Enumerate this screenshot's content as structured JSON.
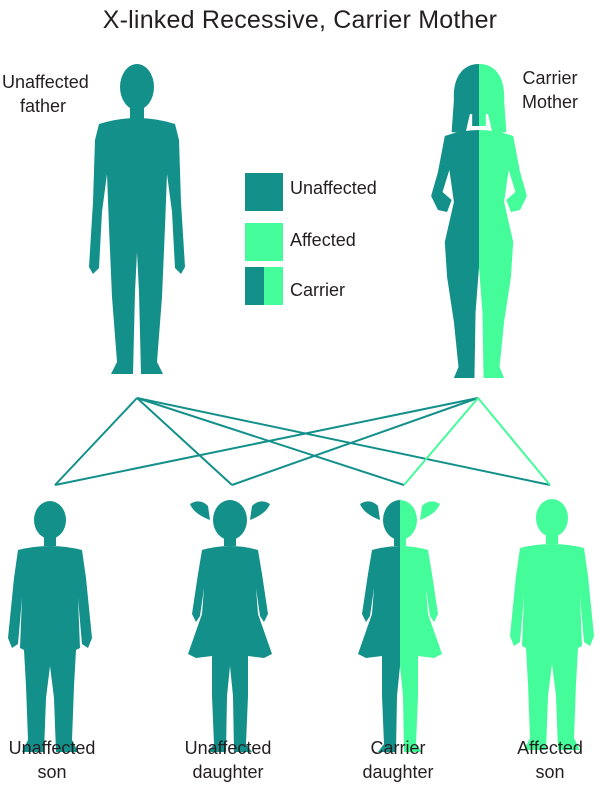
{
  "title": "X-linked Recessive, Carrier Mother",
  "colors": {
    "unaffected": "#13908a",
    "affected": "#44fc9a",
    "background": "#ffffff",
    "text": "#231f20"
  },
  "parents": {
    "father": {
      "line1": "Unaffected",
      "line2": "father",
      "status": "unaffected"
    },
    "mother": {
      "line1": "Carrier",
      "line2": "Mother",
      "status": "carrier"
    }
  },
  "legend": [
    {
      "label": "Unaffected",
      "swatch": "unaffected"
    },
    {
      "label": "Affected",
      "swatch": "affected"
    },
    {
      "label": "Carrier",
      "swatch": "carrier"
    }
  ],
  "children": [
    {
      "line1": "Unaffected",
      "line2": "son",
      "status": "unaffected",
      "sex": "male"
    },
    {
      "line1": "Unaffected",
      "line2": "daughter",
      "status": "unaffected",
      "sex": "female"
    },
    {
      "line1": "Carrier",
      "line2": "daughter",
      "status": "carrier",
      "sex": "female"
    },
    {
      "line1": "Affected",
      "line2": "son",
      "status": "affected",
      "sex": "male"
    }
  ]
}
